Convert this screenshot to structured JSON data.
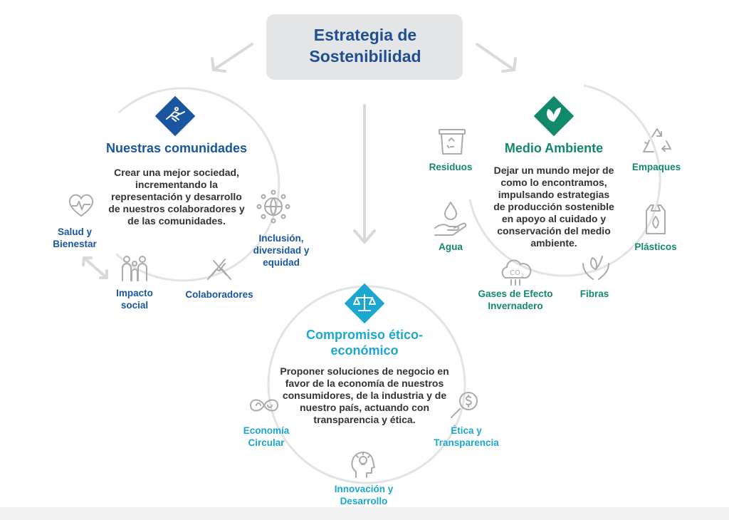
{
  "title": "Estrategia de Sostenibilidad",
  "colors": {
    "title_box": "#e4e5e7",
    "communities": "#1a56a0",
    "environment": "#12896b",
    "ethics": "#1ba7cf",
    "circle": "#e2e3e5",
    "icon": "#a9abad"
  },
  "communities": {
    "heading": "Nuestras comunidades",
    "description": "Crear una mejor sociedad, incrementando la representación y desarrollo de nuestros colaboradores y de las comunidades.",
    "icon": "handshake-icon",
    "items": {
      "salud": "Salud y Bienestar",
      "impacto": "Impacto social",
      "colaboradores": "Colaboradores",
      "inclusion": "Inclusión, diversidad y equidad"
    }
  },
  "environment": {
    "heading": "Medio Ambiente",
    "description": "Dejar un mundo mejor de como lo encontramos, impulsando estrategias de producción sostenible en apoyo al cuidado y conservación del medio ambiente.",
    "icon": "leaf-icon",
    "items": {
      "residuos": "Residuos",
      "agua": "Agua",
      "gases": "Gases de Efecto Invernadero",
      "fibras": "Fibras",
      "plasticos": "Plásticos",
      "empaques": "Empaques"
    }
  },
  "ethics": {
    "heading": "Compromiso ético-económico",
    "description": "Proponer soluciones de negocio en favor de la economía de nuestros consumidores, de la industria y de nuestro país, actuando con transparencia y ética.",
    "icon": "scales-icon",
    "items": {
      "economia": "Economía Circular",
      "innovacion": "Innovación y Desarrollo",
      "etica": "Ética y Transparencia"
    }
  }
}
